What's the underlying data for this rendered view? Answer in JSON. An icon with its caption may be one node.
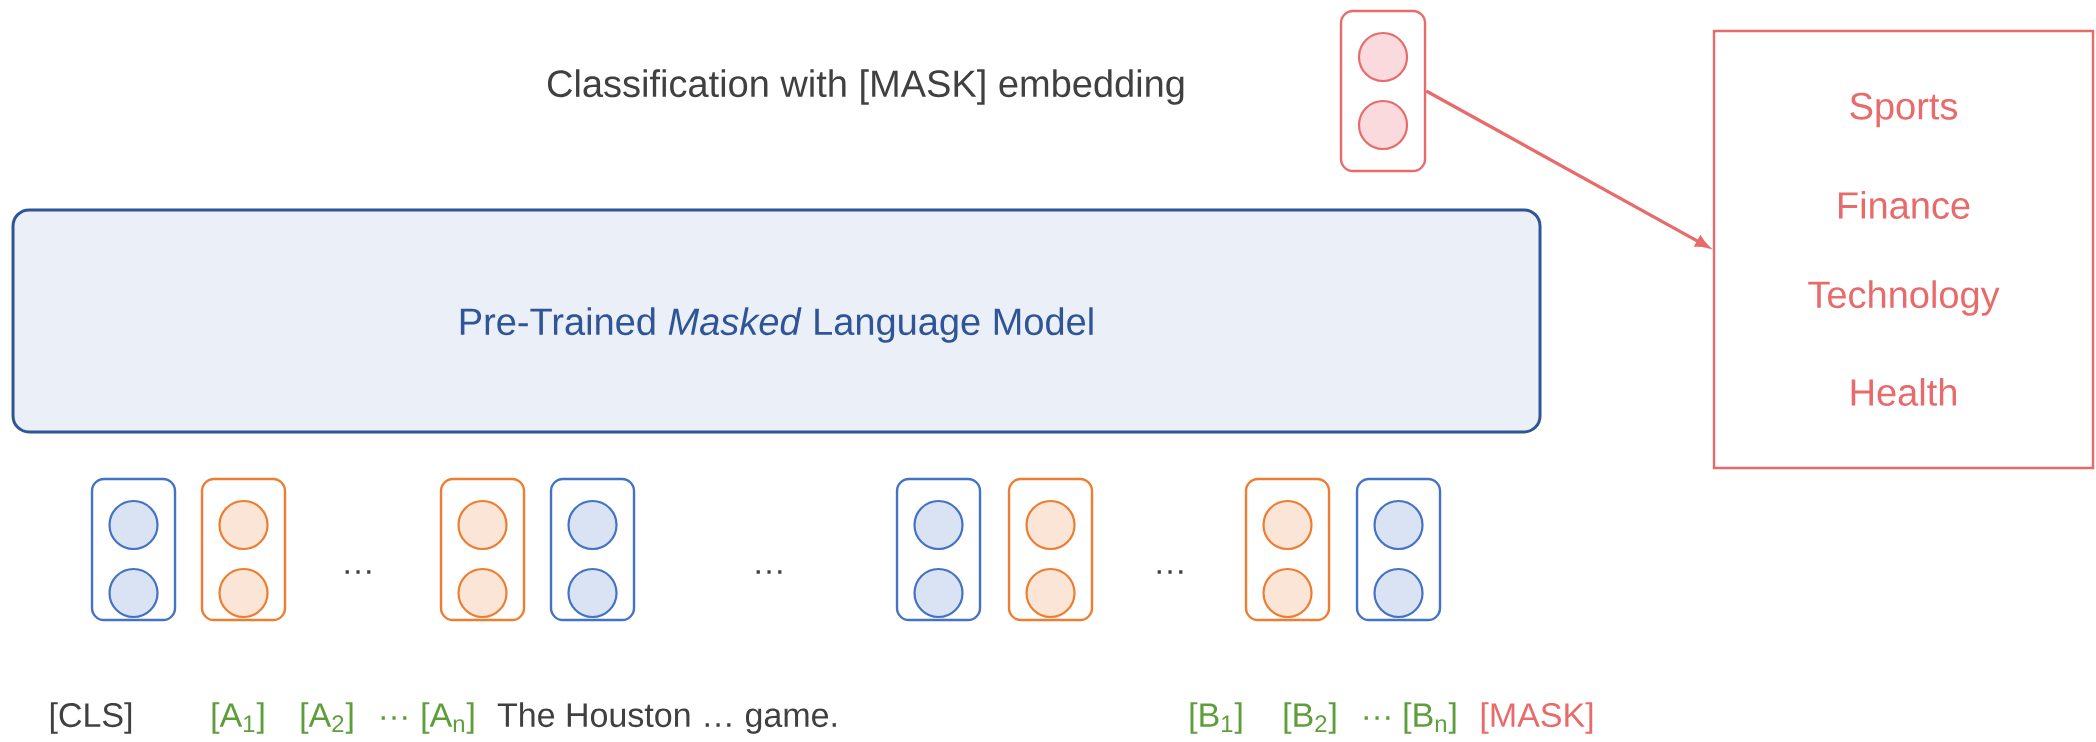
{
  "diagram": {
    "nodes": [
      {
        "text": [],
        "shape": "box"
      },
      {
        "text": [
          "Sports",
          "Finance",
          "Technology",
          "Health"
        ]
      },
      {
        "text": [
          "Pre-Trained *Masked* Language Model"
        ]
      },
      {
        "text": [],
        "shape": "box"
      },
      {
        "text": [],
        "shape": "box"
      },
      {
        "text": [],
        "shape": "box"
      },
      {
        "text": [],
        "shape": "box"
      },
      {
        "text": [],
        "shape": "box"
      },
      {
        "text": [],
        "shape": "box"
      },
      {
        "text": [],
        "shape": "box"
      },
      {
        "text": [],
        "shape": "box"
      }
    ],
    "edges": [
      {
        "from": 0,
        "to": 1,
        "arrow": "to"
      }
    ],
    "labels": [
      "Classification with [MASK] embedding",
      "…",
      "…",
      "…",
      "[CLS]",
      "[A$_{1}$]",
      "[A$_{2}$]",
      "…",
      "[A$_{n}$]",
      "The Houston … game.",
      "[B$_{1}$]",
      "[B$_{2}$]",
      "…",
      "[B$_{n}$]",
      "[MASK]"
    ]
  }
}
